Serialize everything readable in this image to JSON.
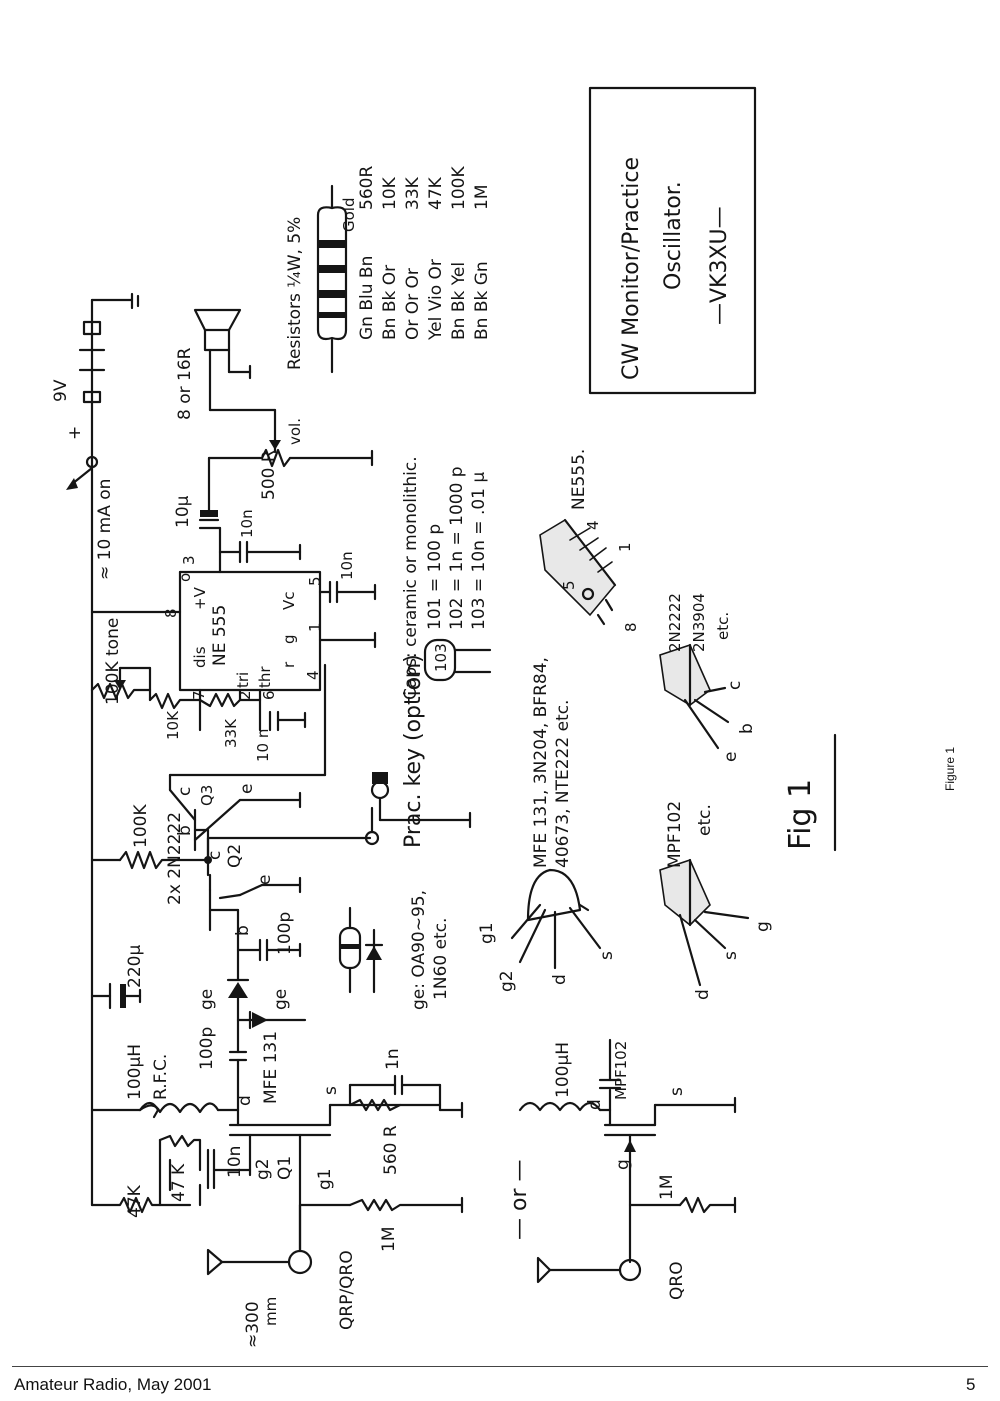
{
  "diagram": {
    "title": "CW Monitor/Practice Oscillator.",
    "title_line1": "CW Monitor/Practice",
    "title_line2": "Oscillator.",
    "author": "—VK3XU—",
    "fig_label": "Fig 1",
    "power": {
      "battery": "9V",
      "current": "≈ 10 mA on",
      "plus": "+"
    },
    "antenna": {
      "length": "≈300 mm",
      "length_num": "≈300",
      "length_unit": "mm",
      "main_label": "QRP/QRO",
      "alt_label": "QRO"
    },
    "or_label": "— or —",
    "components": {
      "r47k_top": "47K",
      "r47k_lower": "47 K",
      "c10n_a": "10n",
      "q1": "Q1",
      "q1_type": "MFE 131",
      "q1_g2": "g2",
      "q1_g1": "g1",
      "q1_d": "d",
      "q1_s": "s",
      "r1m": "1M",
      "r560": "560 R",
      "c1n": "1n",
      "rfc": "100μH R.F.C.",
      "rfc_value": "100μH",
      "rfc_name": "R.F.C.",
      "c100p_a": "100p",
      "ge_diode1": "ge",
      "ge_diode2": "ge",
      "c220u": "220μ",
      "c100p_b": "100p",
      "q2": "Q2",
      "q23_type": "2x 2N2222",
      "q_b": "b",
      "q_c": "c",
      "q_e": "e",
      "r100k_a": "100K",
      "q3": "Q3",
      "r100k_tone": "100K tone",
      "r10k": "10K",
      "r33k": "33K",
      "c10n_b": "10 n",
      "ic": "NE 555",
      "ic_pins": {
        "dis": "dis",
        "v": "+V",
        "thr": "thr",
        "tri": "tri",
        "r": "r",
        "g": "g",
        "vc": "Vc",
        "o": "o"
      },
      "ic_pin_nums": [
        "7",
        "8",
        "6",
        "2",
        "4",
        "1",
        "5",
        "3"
      ],
      "c10n_c": "10n",
      "c10n_d": "10n",
      "c10u": "10μ",
      "pot500": "500 R",
      "vol": "vol.",
      "speaker": "8 or 16R",
      "prac_key": "Prac. key (option)"
    },
    "alt_circuit": {
      "l100u": "100μH",
      "q": "MPF102",
      "d": "d",
      "g": "g",
      "s": "s",
      "r1m": "1M"
    },
    "notes": {
      "ge_diodes": "ge: OA90~95, 1N60 etc.",
      "ge_line1": "ge: OA90~95,",
      "ge_line2": "1N60 etc.",
      "caps_line1": "Caps: ceramic or monolithic.",
      "caps_code": "103",
      "caps_codes": [
        "101 = 100 p",
        "102 = 1n = 1000 p",
        "103 = 10n = .01 μ"
      ],
      "mosfets_line1": "MFE 131, 3N204, BFR84,",
      "mosfets_line2": "40673, NTE222 etc.",
      "mosfet_pins": [
        "g1",
        "g2",
        "d",
        "s"
      ],
      "jfet": "MPF102 etc.",
      "jfet_pins": [
        "d",
        "s",
        "g"
      ],
      "bjt": "2N2222 2N3904 etc.",
      "bjt_pins": [
        "e",
        "b",
        "c"
      ],
      "ne555_label": "NE555.",
      "ne555_pins": [
        "5",
        "8",
        "1",
        "4"
      ]
    },
    "resistors": {
      "title": "Resistors ¼W, 5%",
      "gold": "Gold",
      "codes": [
        {
          "colours": "Gn Blu Bn",
          "value": "560R"
        },
        {
          "colours": "Bn Bk Or",
          "value": "10K"
        },
        {
          "colours": "Or Or Or",
          "value": "33K"
        },
        {
          "colours": "Yel Vio Or",
          "value": "47K"
        },
        {
          "colours": "Bn Bk Yel",
          "value": "100K"
        },
        {
          "colours": "Bn Bk Gn",
          "value": "1M"
        }
      ]
    }
  },
  "page": {
    "caption": "Figure 1",
    "footer_left": "Amateur Radio, May 2001",
    "page_number": "5"
  },
  "colors": {
    "ink": "#151515",
    "paper": "#ffffff"
  }
}
